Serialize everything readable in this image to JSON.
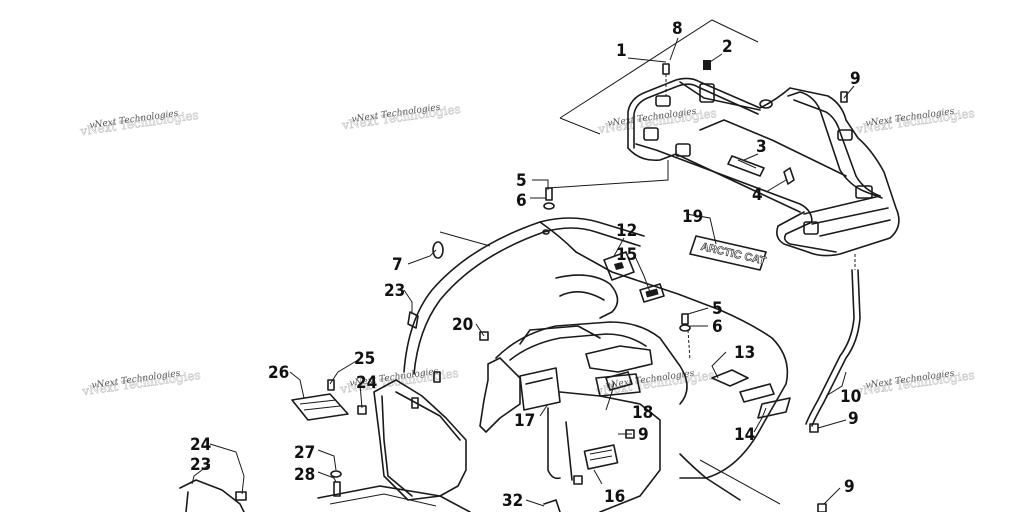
{
  "diagram": {
    "callouts": [
      {
        "id": "c1",
        "label": "1"
      },
      {
        "id": "c2",
        "label": "2"
      },
      {
        "id": "c3",
        "label": "3"
      },
      {
        "id": "c4",
        "label": "4"
      },
      {
        "id": "c5a",
        "label": "5"
      },
      {
        "id": "c5b",
        "label": "5"
      },
      {
        "id": "c6a",
        "label": "6"
      },
      {
        "id": "c6b",
        "label": "6"
      },
      {
        "id": "c7",
        "label": "7"
      },
      {
        "id": "c8",
        "label": "8"
      },
      {
        "id": "c9a",
        "label": "9"
      },
      {
        "id": "c9b",
        "label": "9"
      },
      {
        "id": "c9c",
        "label": "9"
      },
      {
        "id": "c9d",
        "label": "9"
      },
      {
        "id": "c10",
        "label": "10"
      },
      {
        "id": "c12",
        "label": "12"
      },
      {
        "id": "c13",
        "label": "13"
      },
      {
        "id": "c14",
        "label": "14"
      },
      {
        "id": "c15",
        "label": "15"
      },
      {
        "id": "c16",
        "label": "16"
      },
      {
        "id": "c17",
        "label": "17"
      },
      {
        "id": "c18",
        "label": "18"
      },
      {
        "id": "c19",
        "label": "19"
      },
      {
        "id": "c20",
        "label": "20"
      },
      {
        "id": "c23a",
        "label": "23"
      },
      {
        "id": "c23b",
        "label": "23"
      },
      {
        "id": "c24a",
        "label": "24"
      },
      {
        "id": "c24b",
        "label": "24"
      },
      {
        "id": "c25",
        "label": "25"
      },
      {
        "id": "c26",
        "label": "26"
      },
      {
        "id": "c27",
        "label": "27"
      },
      {
        "id": "c28",
        "label": "28"
      },
      {
        "id": "c32",
        "label": "32"
      }
    ],
    "watermark": {
      "line1": "vNext Technologies",
      "line2": "vNext Technologies"
    },
    "decal_text": "ARCTIC CAT"
  }
}
